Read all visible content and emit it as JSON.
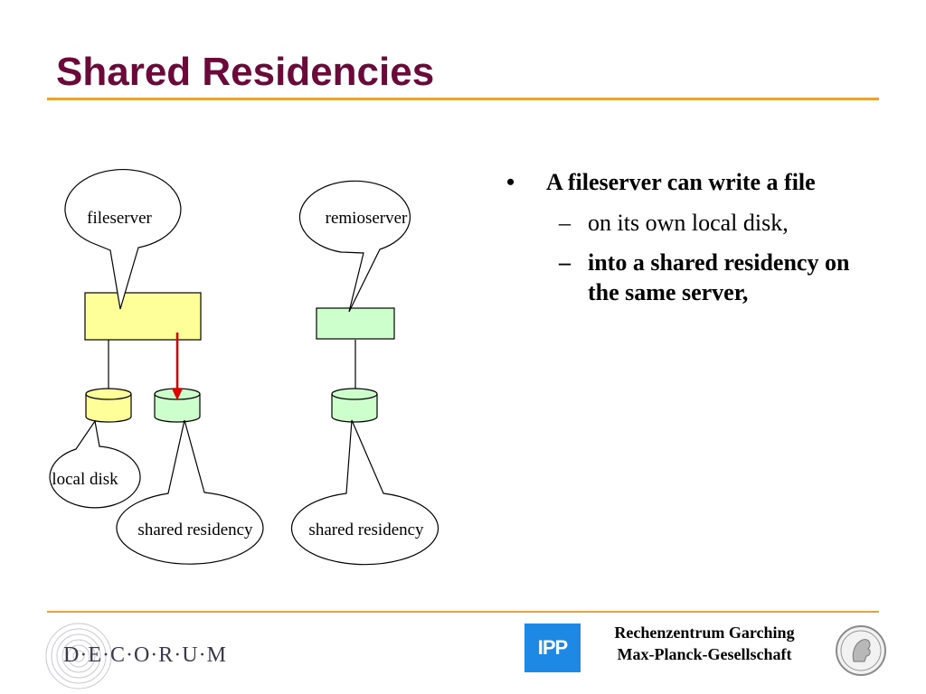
{
  "title": "Shared Residencies",
  "diagram": {
    "fileserver_label": "fileserver",
    "remioserver_label": "remioserver",
    "local_disk_label": "local disk",
    "shared_residency_label_1": "shared residency",
    "shared_residency_label_2": "shared residency"
  },
  "bullets": {
    "main": "A fileserver can write a file",
    "sub1": "on its own local disk,",
    "sub2": "into a shared residency on the same server,"
  },
  "footer": {
    "decorum": "D·E·C·O·R·U·M",
    "ipp": "IPP",
    "line1": "Rechenzentrum Garching",
    "line2": "Max-Planck-Gesellschaft"
  },
  "colors": {
    "title": "#6b0a3a",
    "rule": "#e8a23a",
    "server_yellow": "#ffff99",
    "server_green": "#ccffcc",
    "arrow_red": "#e00000",
    "ipp_blue": "#1e88e5"
  }
}
